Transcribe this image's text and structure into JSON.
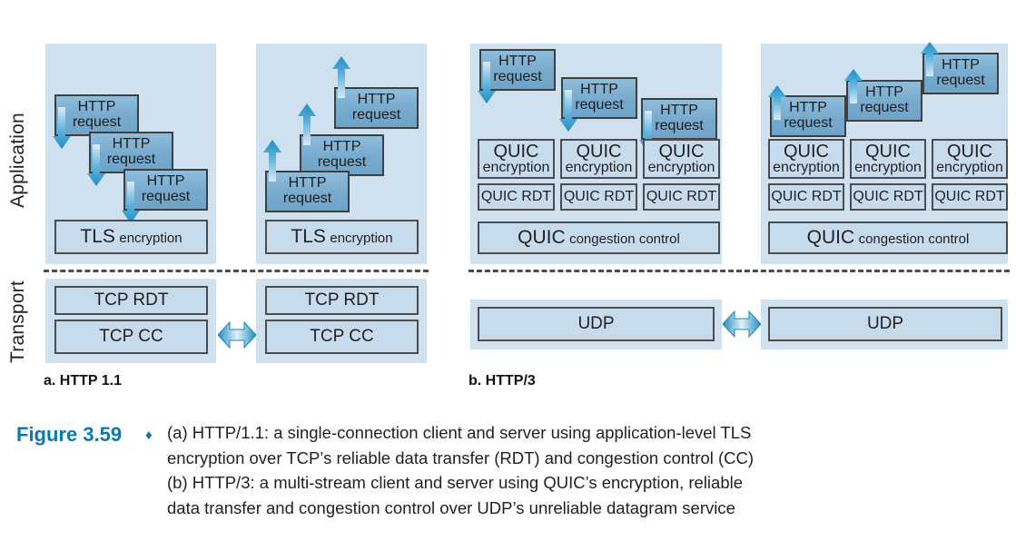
{
  "axis_labels": {
    "application": "Application",
    "transport": "Transport"
  },
  "subfigures": [
    {
      "id": "a",
      "label": "a.  HTTP 1.1"
    },
    {
      "id": "b",
      "label": "b.  HTTP/3"
    }
  ],
  "http_request": {
    "line1": "HTTP",
    "line2": "request"
  },
  "panel_a": {
    "client": {
      "requests": [
        {
          "line1": "HTTP",
          "line2": "request"
        },
        {
          "line1": "HTTP",
          "line2": "request"
        },
        {
          "line1": "HTTP",
          "line2": "request"
        }
      ],
      "tls": {
        "big": "TLS",
        "small": "encryption"
      },
      "transport": [
        {
          "label": "TCP RDT"
        },
        {
          "label": "TCP CC"
        }
      ]
    },
    "server": {
      "requests": [
        {
          "line1": "HTTP",
          "line2": "request"
        },
        {
          "line1": "HTTP",
          "line2": "request"
        },
        {
          "line1": "HTTP",
          "line2": "request"
        }
      ],
      "tls": {
        "big": "TLS",
        "small": "encryption"
      },
      "transport": [
        {
          "label": "TCP RDT"
        },
        {
          "label": "TCP CC"
        }
      ]
    }
  },
  "panel_b": {
    "client": {
      "requests": [
        {
          "line1": "HTTP",
          "line2": "request"
        },
        {
          "line1": "HTTP",
          "line2": "request"
        },
        {
          "line1": "HTTP",
          "line2": "request"
        }
      ],
      "encryption": [
        {
          "big": "QUIC",
          "small": "encryption"
        },
        {
          "big": "QUIC",
          "small": "encryption"
        },
        {
          "big": "QUIC",
          "small": "encryption"
        }
      ],
      "rdt": [
        {
          "label": "QUIC RDT"
        },
        {
          "label": "QUIC RDT"
        },
        {
          "label": "QUIC RDT"
        }
      ],
      "congestion": {
        "big": "QUIC",
        "small": "congestion control"
      },
      "transport": {
        "label": "UDP"
      }
    },
    "server": {
      "requests": [
        {
          "line1": "HTTP",
          "line2": "request"
        },
        {
          "line1": "HTTP",
          "line2": "request"
        },
        {
          "line1": "HTTP",
          "line2": "request"
        }
      ],
      "encryption": [
        {
          "big": "QUIC",
          "small": "encryption"
        },
        {
          "big": "QUIC",
          "small": "encryption"
        },
        {
          "big": "QUIC",
          "small": "encryption"
        }
      ],
      "rdt": [
        {
          "label": "QUIC RDT"
        },
        {
          "label": "QUIC RDT"
        },
        {
          "label": "QUIC RDT"
        }
      ],
      "congestion": {
        "big": "QUIC",
        "small": "congestion control"
      },
      "transport": {
        "label": "UDP"
      }
    }
  },
  "caption": {
    "figure_number": "Figure 3.59",
    "diamond": "♦",
    "lines": [
      "(a) HTTP/1.1: a single-connection client and server using application-level TLS",
      "encryption over TCP’s reliable data transfer (RDT) and congestion control (CC)",
      "(b) HTTP/3: a multi-stream client and server using QUIC’s encryption, reliable",
      "data transfer and congestion control over UDP’s unreliable datagram service"
    ]
  },
  "colors": {
    "panel_background": "#cfe0ee",
    "protocol_box": "#c6dced",
    "http_box": "#77aacd",
    "border": "#4d4d4d",
    "accent": "#0b78b0",
    "arrow": "#1f8fc4"
  }
}
